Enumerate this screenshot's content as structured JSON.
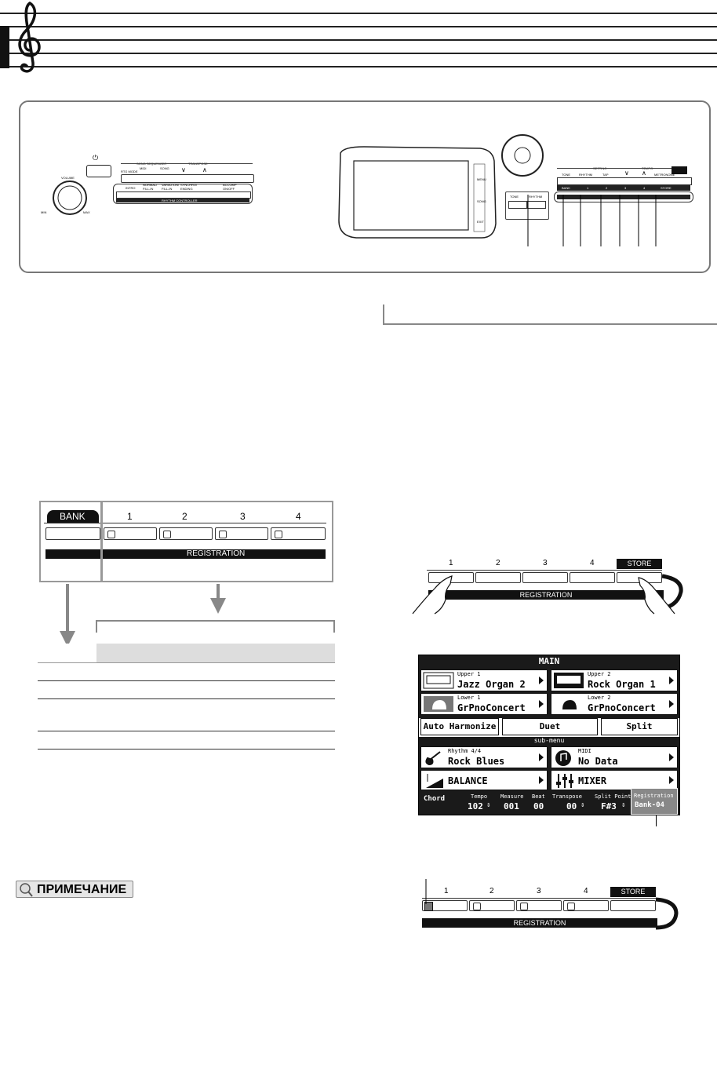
{
  "panel": {
    "volume_label": "VOLUME",
    "volume_min": "MIN",
    "volume_max": "MAX",
    "power_symbol": "⏻",
    "song_sequencer": "SONG SEQUENCER",
    "transpose": "TRANSPOSE",
    "transpose_down": "∨",
    "transpose_up": "∧",
    "seq_labels": [
      "RTG MODE",
      "MIDI",
      "SONG"
    ],
    "rhythm_controller_buttons": [
      "INTRO",
      "NORMAL/ FILL-IN",
      "VARIATION/ FILL-IN",
      "SYNCHRO/ ENDING",
      "ACCOMP ON/OFF"
    ],
    "rhythm_controller": "RHYTHM CONTROLLER",
    "setting": "SETTING",
    "tempo": "TEMPO",
    "top_buttons": [
      "TONE",
      "RHYTHM",
      "TAP",
      "∨",
      "∧",
      "METRONOME"
    ],
    "bank_row": [
      "BANK",
      "1",
      "2",
      "3",
      "4",
      "STORE"
    ],
    "display_side": [
      "MENU",
      "SONG",
      "EXIT"
    ],
    "tone_buttons": [
      "TONE",
      "RHYTHM"
    ]
  },
  "bank_diagram": {
    "bank": "BANK",
    "numbers": [
      "1",
      "2",
      "3",
      "4"
    ],
    "registration": "REGISTRATION"
  },
  "reg_panel_1": {
    "numbers": [
      "1",
      "2",
      "3",
      "4"
    ],
    "store": "STORE",
    "registration": "REGISTRATION"
  },
  "screen": {
    "title": "MAIN",
    "upper1_label": "Upper 1",
    "upper1_value": "Jazz Organ 2",
    "upper2_label": "Upper 2",
    "upper2_value": "Rock Organ 1",
    "lower1_label": "Lower 1",
    "lower1_value": "GrPnoConcert",
    "lower2_label": "Lower 2",
    "lower2_value": "GrPnoConcert",
    "auto_harmonize": "Auto Harmonize",
    "duet": "Duet",
    "split": "Split",
    "submenu": "sub-menu",
    "rhythm_label": "Rhythm  4/4",
    "rhythm_value": "Rock Blues",
    "midi_label": "MIDI",
    "midi_value": "No Data",
    "balance": "BALANCE",
    "mixer": "MIXER",
    "chord": "Chord",
    "tempo_label": "Tempo",
    "tempo_value": "102",
    "measure_label": "Measure",
    "measure_value": "001",
    "beat_label": "Beat",
    "beat_value": "00",
    "transpose_label": "Transpose",
    "transpose_value": "00",
    "splitpoint_label": "Split Point",
    "splitpoint_value": "F#3",
    "registration_label": "Registration",
    "registration_value": "Bank-04"
  },
  "reg_panel_2": {
    "numbers": [
      "1",
      "2",
      "3",
      "4"
    ],
    "store": "STORE",
    "registration": "REGISTRATION"
  },
  "note_label": "ПРИМЕЧАНИЕ"
}
